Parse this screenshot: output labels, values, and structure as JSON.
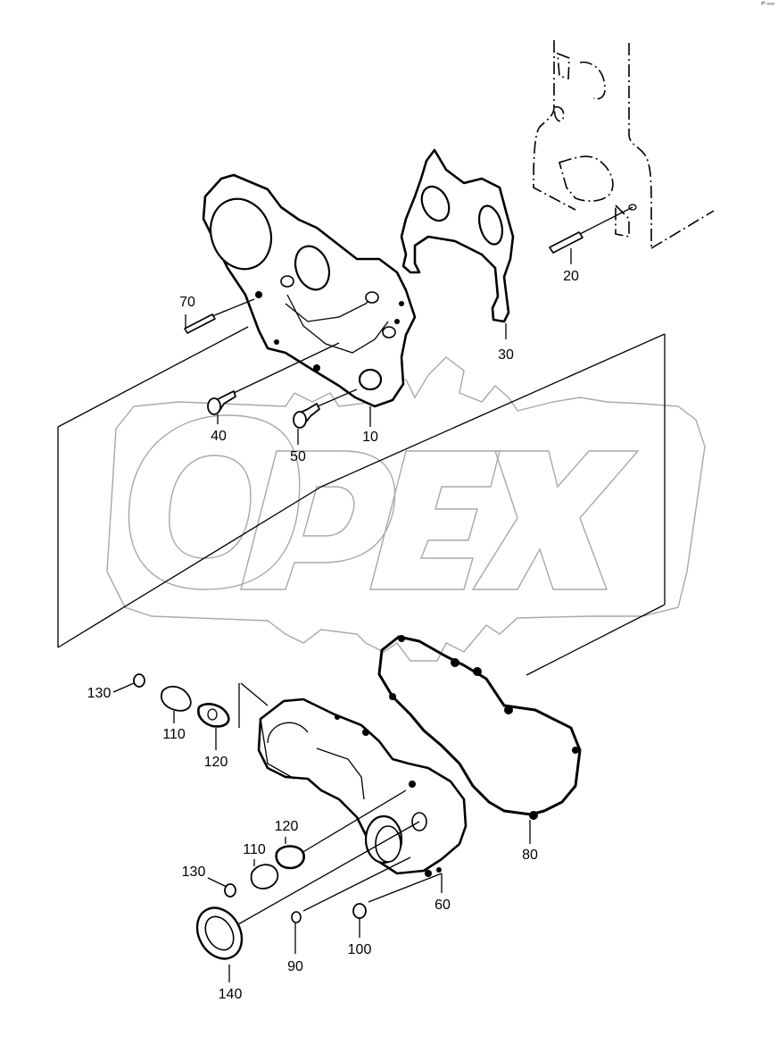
{
  "diagram": {
    "type": "exploded-parts-view",
    "subject": "Engine front gear case / timing cover assembly",
    "watermark": "OPEX",
    "corner_mark": "ᵍᴿ ∞∞",
    "colors": {
      "line": "#000000",
      "watermark": "#a8a8a8",
      "background": "#ffffff"
    },
    "callouts": [
      {
        "id": "10",
        "label": "10",
        "part": "gear case (front plate)"
      },
      {
        "id": "20",
        "label": "20",
        "part": "dowel pin"
      },
      {
        "id": "30",
        "label": "30",
        "part": "gasket (gear case to block)"
      },
      {
        "id": "40",
        "label": "40",
        "part": "bolt"
      },
      {
        "id": "50",
        "label": "50",
        "part": "bolt"
      },
      {
        "id": "60",
        "label": "60",
        "part": "gear case cover"
      },
      {
        "id": "70",
        "label": "70",
        "part": "dowel pin"
      },
      {
        "id": "80",
        "label": "80",
        "part": "gasket (cover)"
      },
      {
        "id": "90",
        "label": "90",
        "part": "bolt"
      },
      {
        "id": "100",
        "label": "100",
        "part": "bolt"
      },
      {
        "id": "110a",
        "label": "110",
        "part": "cover plate (upper)"
      },
      {
        "id": "110b",
        "label": "110",
        "part": "cover plate (lower)"
      },
      {
        "id": "120a",
        "label": "120",
        "part": "gasket (upper)"
      },
      {
        "id": "120b",
        "label": "120",
        "part": "gasket (lower)"
      },
      {
        "id": "130a",
        "label": "130",
        "part": "bolt (upper)"
      },
      {
        "id": "130b",
        "label": "130",
        "part": "bolt (lower)"
      },
      {
        "id": "140",
        "label": "140",
        "part": "oil seal"
      }
    ]
  }
}
